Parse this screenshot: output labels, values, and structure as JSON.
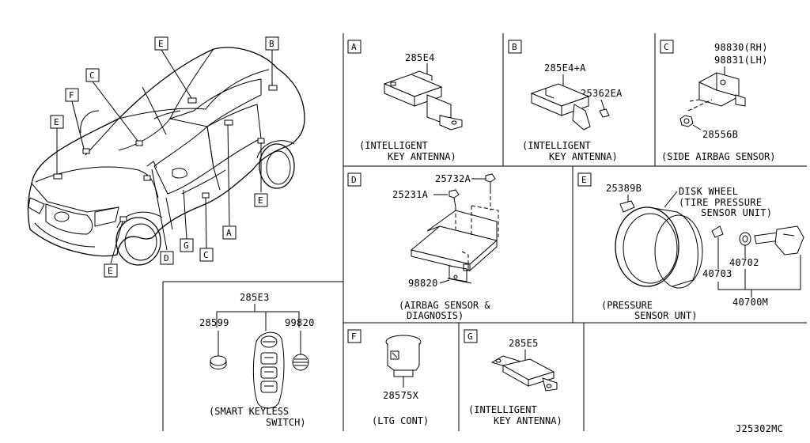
{
  "diagram_id": "J25302MC",
  "overview": {
    "callouts": [
      "E",
      "B",
      "C",
      "F",
      "E",
      "E",
      "D",
      "G",
      "C",
      "A",
      "E"
    ]
  },
  "panel_A": {
    "tag": "A",
    "part": "285E4",
    "caption_line1": "(INTELLIGENT",
    "caption_line2": "KEY ANTENNA)"
  },
  "panel_B": {
    "tag": "B",
    "part1": "285E4+A",
    "part2": "25362EA",
    "caption_line1": "(INTELLIGENT",
    "caption_line2": "KEY ANTENNA)"
  },
  "panel_C": {
    "tag": "C",
    "part_rh": "98830(RH)",
    "part_lh": "98831(LH)",
    "part_bolt": "28556B",
    "caption": "(SIDE AIRBAG SENSOR)"
  },
  "panel_D": {
    "tag": "D",
    "part_screw": "25732A",
    "part_bolt": "25231A",
    "part_unit": "98820",
    "caption_line1": "(AIRBAG SENSOR &",
    "caption_line2": "DIAGNOSIS)"
  },
  "panel_E": {
    "tag": "E",
    "part_valve_cap": "25389B",
    "wheel_line1": "DISK WHEEL",
    "wheel_line2": "(TIRE PRESSURE",
    "wheel_line3": "SENSOR UNIT)",
    "part_nut": "40703",
    "part_grommet": "40702",
    "part_sensor": "40700M",
    "caption_line1": "(PRESSURE",
    "caption_line2": "SENSOR UNT)"
  },
  "panel_keyless": {
    "part_main": "285E3",
    "part_battery": "28599",
    "part_emblem": "99820",
    "caption_line1": "(SMART KEYLESS",
    "caption_line2": "SWITCH)"
  },
  "panel_F": {
    "tag": "F",
    "part": "28575X",
    "caption": "(LTG CONT)"
  },
  "panel_G": {
    "tag": "G",
    "part": "285E5",
    "caption_line1": "(INTELLIGENT",
    "caption_line2": "KEY ANTENNA)"
  }
}
